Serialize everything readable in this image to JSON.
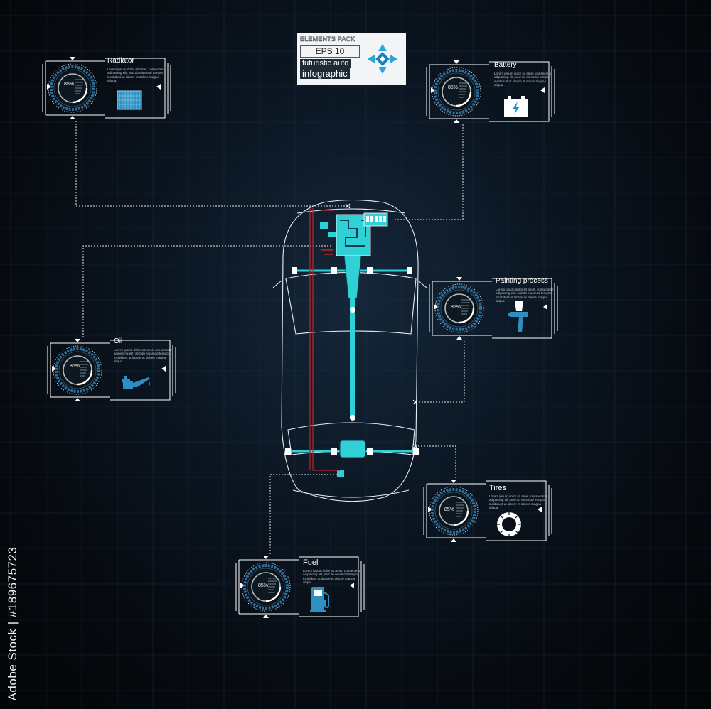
{
  "badge": {
    "pack": "ELEMENTS PACK",
    "eps": "EPS 10",
    "line1": "futuristic auto",
    "line2": "infographic"
  },
  "panels": [
    {
      "id": "radiator",
      "title": "Radiator",
      "percent": "85%",
      "icon": "radiator-icon",
      "text": "Lorem ipsum dolor sit amet, consectetur adipiscing elit, sed do eiusmod tempor incididunt ut labore et dolore magna aliqua."
    },
    {
      "id": "battery",
      "title": "Battery",
      "percent": "85%",
      "icon": "battery-icon",
      "text": "Lorem ipsum dolor sit amet, consectetur adipiscing elit, sed do eiusmod tempor incididunt ut labore et dolore magna aliqua."
    },
    {
      "id": "painting",
      "title": "Painting process",
      "percent": "85%",
      "icon": "spray-gun-icon",
      "text": "Lorem ipsum dolor sit amet, consectetur adipiscing elit, sed do eiusmod tempor incididunt ut labore et dolore magna aliqua."
    },
    {
      "id": "oil",
      "title": "Oil",
      "percent": "85%",
      "icon": "oil-can-icon",
      "text": "Lorem ipsum dolor sit amet, consectetur adipiscing elit, sed do eiusmod tempor incididunt ut labore et dolore magna aliqua."
    },
    {
      "id": "tires",
      "title": "Tires",
      "percent": "85%",
      "icon": "tire-icon",
      "text": "Lorem ipsum dolor sit amet, consectetur adipiscing elit, sed do eiusmod tempor incididunt ut labore et dolore magna aliqua."
    },
    {
      "id": "fuel",
      "title": "Fuel",
      "percent": "85%",
      "icon": "fuel-pump-icon",
      "text": "Lorem ipsum dolor sit amet, consectetur adipiscing elit, sed do eiusmod tempor incididunt ut labore et dolore magna aliqua."
    }
  ],
  "watermark": "Adobe Stock | #189675723",
  "colors": {
    "background": "#06090e",
    "accent": "#2fd0d6",
    "panel_line": "#ffffff",
    "gauge_blue": "#2b6f9e",
    "wire_red": "#c0262a",
    "grid": "#1d3446"
  }
}
